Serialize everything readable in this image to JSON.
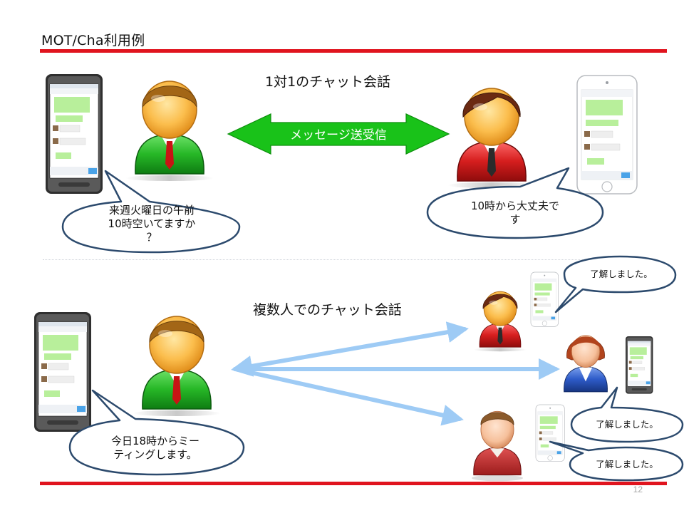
{
  "slide": {
    "title": "MOT/Cha利用例",
    "page_number": "12"
  },
  "colors": {
    "accent_red": "#e0141e",
    "arrow_green": "#19c219",
    "arrow_blue": "#9ecbf5",
    "bubble_border": "#2c4a6d"
  },
  "section_one_on_one": {
    "heading": "1対1のチャット会話",
    "arrow_label": "メッセージ送受信",
    "left_bubble": {
      "lines": [
        "来週火曜日の午前",
        "10時空いてますか",
        "？"
      ]
    },
    "right_bubble": {
      "lines": [
        "10時から大丈夫で",
        "す"
      ]
    }
  },
  "section_group": {
    "heading": "複数人でのチャット会話",
    "main_bubble": {
      "lines": [
        "今日18時からミー",
        "ティングします。"
      ]
    },
    "reply_1": "了解しました。",
    "reply_2": "了解しました。",
    "reply_3": "了解しました。"
  }
}
